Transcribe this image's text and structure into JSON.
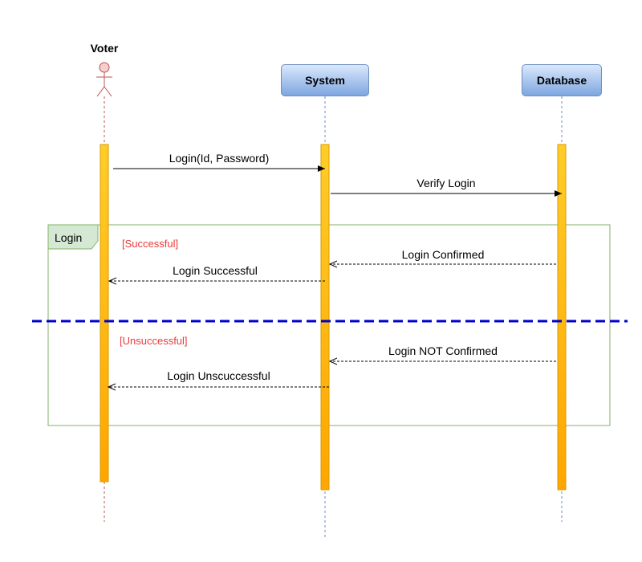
{
  "participants": {
    "voter": "Voter",
    "system": "System",
    "database": "Database"
  },
  "messages": {
    "login_request": "Login(Id, Password)",
    "verify_login": "Verify Login",
    "login_confirmed": "Login Confirmed",
    "login_successful": "Login Successful",
    "login_not_confirmed": "Login NOT Confirmed",
    "login_unsuccessful": "Login Unscuccessful"
  },
  "fragment": {
    "label": "Login",
    "guard_success": "[Successful]",
    "guard_fail": "[Unsuccessful]"
  },
  "colors": {
    "lifeline_box": "#dae8fc",
    "activation_bar": "#ffc000",
    "fragment_border": "#82b366",
    "divider": "#0000cc",
    "guard_text": "#e83a3a"
  }
}
